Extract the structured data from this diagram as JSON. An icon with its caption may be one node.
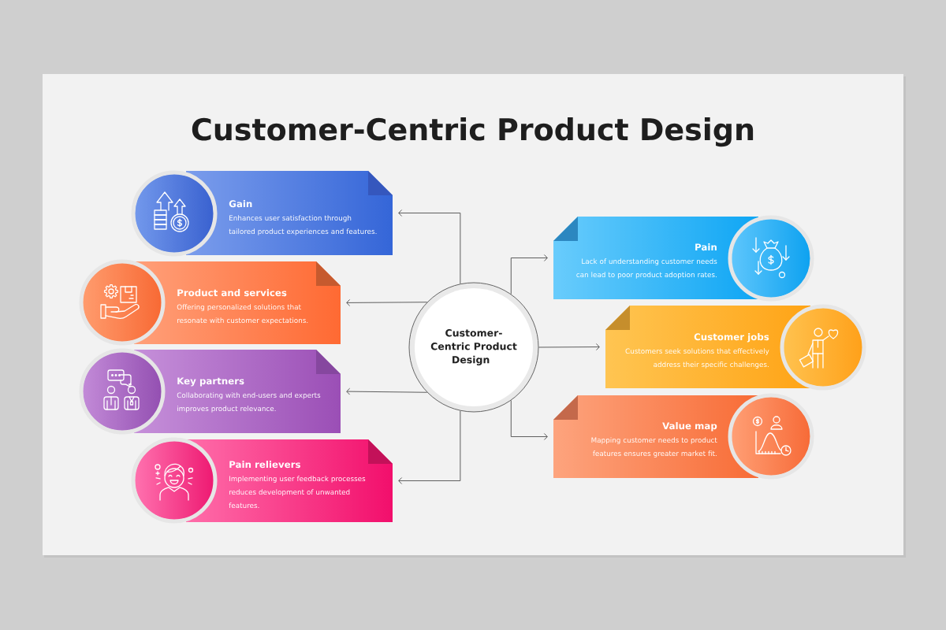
{
  "diagram": {
    "title": "Customer-Centric Product Design",
    "nodes": [
      {
        "text": [
          "Customer-Centric Product Design"
        ]
      },
      {
        "text": [
          "Gain",
          "Enhances user satisfaction through tailored product experiences and features."
        ]
      },
      {
        "text": [
          "Product and services",
          "Offering personalized solutions that resonate with customer expectations."
        ]
      },
      {
        "text": [
          "Key partners",
          "Collaborating with end-users and experts improves product relevance."
        ]
      },
      {
        "text": [
          "Pain relievers",
          "Implementing user feedback processes reduces development of unwanted features."
        ]
      },
      {
        "text": [
          "Pain",
          "Lack of understanding customer needs can lead to poor product adoption rates."
        ]
      },
      {
        "text": [
          "Customer jobs",
          "Customers seek solutions that effectively address their specific challenges."
        ]
      },
      {
        "text": [
          "Value map",
          "Mapping customer needs to product features ensures greater market fit."
        ]
      }
    ],
    "edges": [
      {
        "from": 0,
        "to": 1,
        "arrow": "to"
      },
      {
        "from": 0,
        "to": 2,
        "arrow": "to"
      },
      {
        "from": 0,
        "to": 3,
        "arrow": "to"
      },
      {
        "from": 0,
        "to": 4,
        "arrow": "to"
      },
      {
        "from": 0,
        "to": 5,
        "arrow": "to"
      },
      {
        "from": 0,
        "to": 6,
        "arrow": "to"
      },
      {
        "from": 0,
        "to": 7,
        "arrow": "to"
      }
    ]
  }
}
